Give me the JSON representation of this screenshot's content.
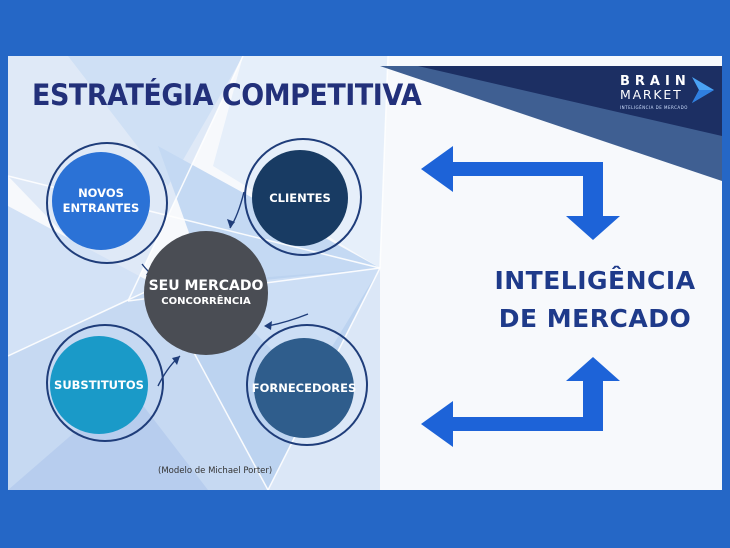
{
  "title": "ESTRATÉGIA COMPETITIVA",
  "brand": {
    "top": "BRAIN",
    "bottom": "MARKET",
    "tagline": "INTELIGÊNCIA DE MERCADO"
  },
  "nodes": {
    "novos_entrantes": {
      "line1": "NOVOS",
      "line2": "ENTRANTES",
      "color": "#2b72d6"
    },
    "clientes": {
      "label": "CLIENTES",
      "color": "#183b63"
    },
    "seu_mercado": {
      "line1": "SEU MERCADO",
      "line2": "CONCORRÊNCIA",
      "color": "#4a4d54"
    },
    "substitutos": {
      "label": "SUBSTITUTOS",
      "color": "#1a9ac8"
    },
    "fornecedores": {
      "label": "FORNECEDORES",
      "color": "#2f5d8c"
    }
  },
  "intelligence": {
    "line1": "INTELIGÊNCIA",
    "line2": "DE MERCADO"
  },
  "caption": "(Modelo de Michael Porter)",
  "colors": {
    "frame": "#2567c6",
    "title": "#22307a",
    "arrow": "#1d63d8",
    "banner": "#1c2f63"
  }
}
